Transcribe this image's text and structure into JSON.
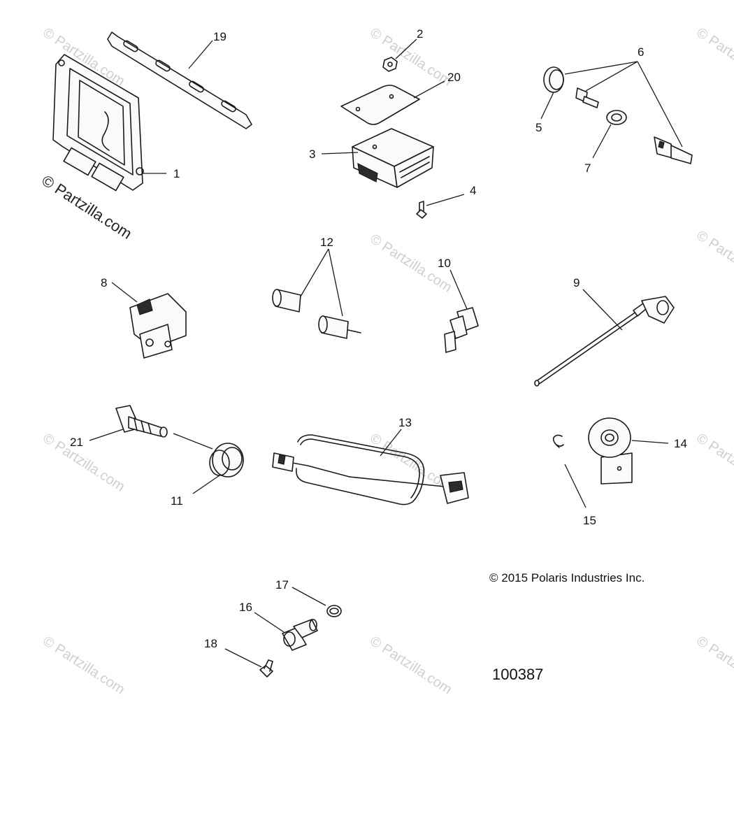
{
  "diagram": {
    "copyright": "© 2015 Polaris Industries Inc.",
    "drawing_number": "100387",
    "watermark_text": "© Partzilla.com",
    "callouts": [
      "1",
      "2",
      "3",
      "4",
      "5",
      "6",
      "7",
      "8",
      "9",
      "10",
      "11",
      "12",
      "13",
      "14",
      "15",
      "16",
      "17",
      "18",
      "19",
      "20",
      "21"
    ]
  }
}
